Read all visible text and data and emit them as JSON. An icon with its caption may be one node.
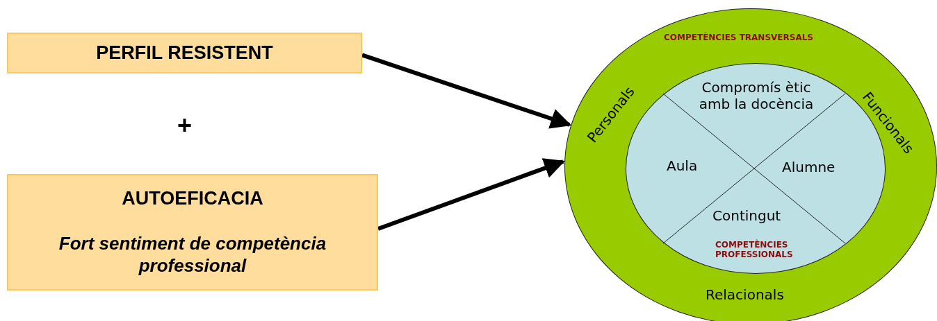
{
  "diagram": {
    "nodes": [
      {
        "text": [
          "PERFIL RESISTENT"
        ]
      },
      {
        "text": [
          "AUTOEFICACIA",
          "Fort sentiment de competència professional"
        ]
      },
      {
        "text": [
          "COMPETÈNCIES TRANSVERSALS",
          "Personals",
          "Funcionals",
          "Relacionals"
        ]
      },
      {
        "text": [
          "Compromís ètic amb la docència",
          "Aula",
          "Alumne",
          "Contingut",
          "COMPETÈNCIES PROFESSIONALS"
        ],
        "in": 2
      }
    ],
    "edges": [
      {
        "from": 0,
        "to": 2,
        "arrow": "to"
      },
      {
        "from": 1,
        "to": 2,
        "arrow": "to"
      }
    ],
    "labels": [
      "+"
    ]
  }
}
